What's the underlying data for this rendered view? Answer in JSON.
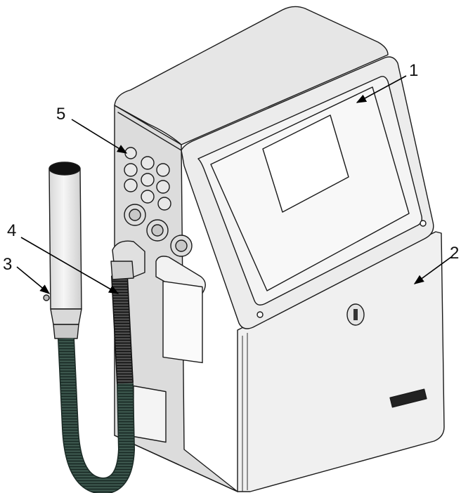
{
  "callouts": [
    {
      "label": "1",
      "target": "front-panel"
    },
    {
      "label": "2",
      "target": "electronics-cabinet-door"
    },
    {
      "label": "3",
      "target": "printhead"
    },
    {
      "label": "4",
      "target": "umbilical-conduit"
    },
    {
      "label": "5",
      "target": "connector-ports"
    }
  ],
  "colors": {
    "line": "#1a1a1a",
    "body": "#efefef",
    "top": "#e2e2e2",
    "side": "#d7d7d7",
    "conduit": "#2e463e",
    "conduit_dark": "#1b2b26",
    "arrow": "#000000"
  }
}
